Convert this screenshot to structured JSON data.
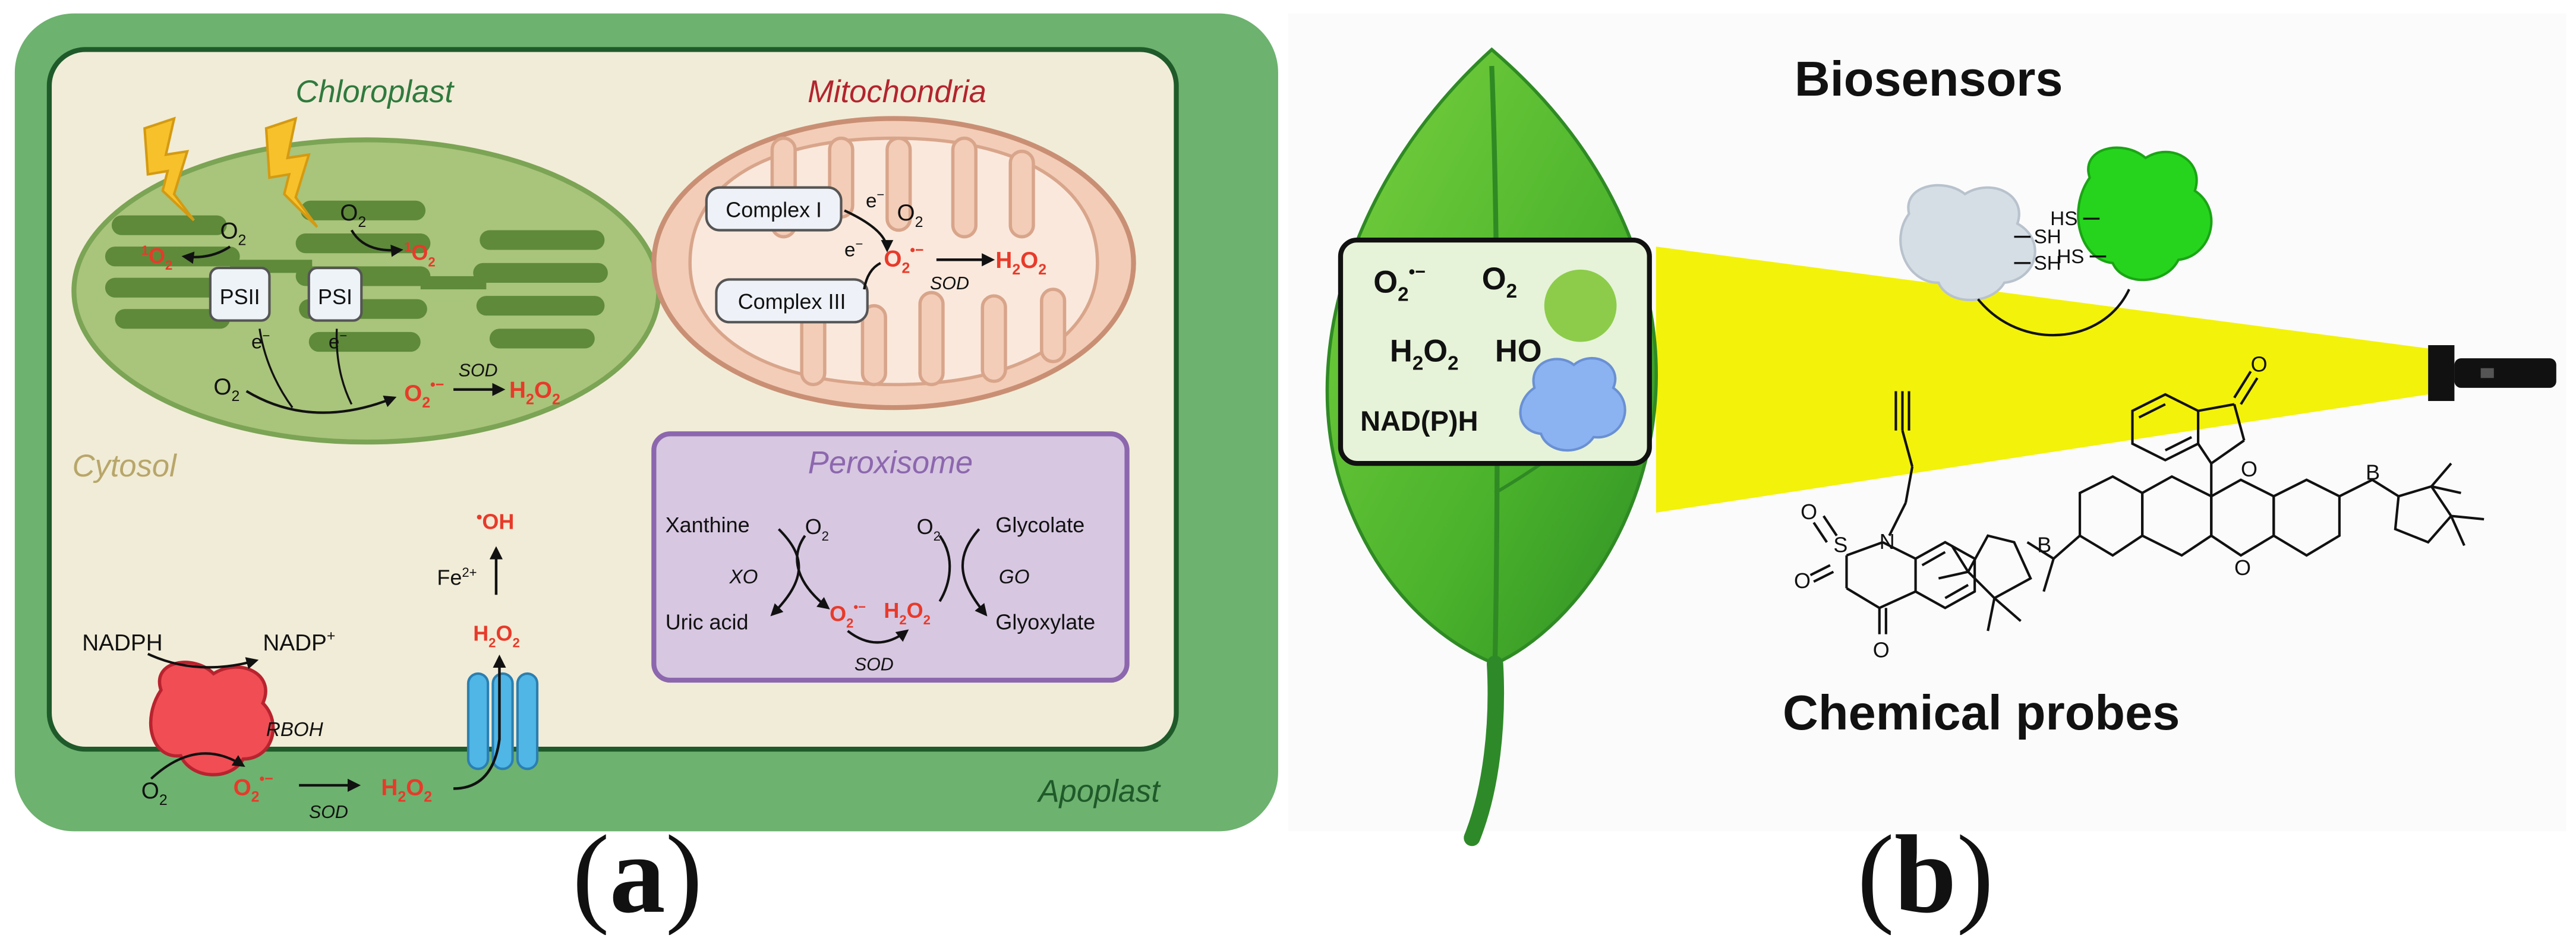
{
  "colors": {
    "outer_green": "#6db26f",
    "inner_cream": "#f1ecd7",
    "chloro_fill": "#a9c47b",
    "thylakoid": "#5e8a3a",
    "mito_fill": "#f3cdb7",
    "mito_inner": "#fae8dc",
    "perox_fill": "#d7c7e1",
    "perox_edge": "#8c67ae",
    "ros_red": "#e83a2a",
    "leaf_green": "#4bb32c",
    "beam_yellow": "#f3f20a",
    "protein_green": "#26d41e",
    "protein_blue": "#8bb3f1",
    "protein_grey": "#d5dde5"
  },
  "icons": [
    "lightning-icon",
    "flashlight-icon",
    "rboh-protein-icon",
    "aquaporin-channel-icon",
    "leaf-icon",
    "protein-blob-icon"
  ],
  "panel_a": {
    "chloroplast": "Chloroplast",
    "mitochondria": "Mitochondria",
    "cytosol": "Cytosol",
    "peroxisome": "Peroxisome",
    "apoplast": "Apoplast",
    "psii": "PSII",
    "psi": "PSI",
    "o2": "O",
    "sub2": "2",
    "singlet": "O",
    "singlet_pre": "1",
    "e_minus": "e",
    "minus": "−",
    "radical_sup": "•−",
    "h2o2_h": "H",
    "h2o2_o": "O",
    "sod": "SOD",
    "complex1": "Complex I",
    "complex3": "Complex III",
    "xanthine": "Xanthine",
    "uric_acid": "Uric acid",
    "xo": "XO",
    "glycolate": "Glycolate",
    "glyoxylate": "Glyoxylate",
    "go": "GO",
    "oh": "OH",
    "oh_dot": "•",
    "fe": "Fe",
    "fe_sup": "2+",
    "nadph": "NADPH",
    "nadp": "NADP",
    "nadp_sup": "+",
    "rboh": "RBOH"
  },
  "panel_b": {
    "biosensors": "Biosensors",
    "chemical_probes": "Chemical probes",
    "o2": "O",
    "sub2": "2",
    "radical_sup": "•−",
    "h2o2": "H",
    "ho": "HO",
    "nadph": "NAD(P)H",
    "sh": "SH",
    "hs": "HS",
    "s": "S",
    "n": "N",
    "o": "O",
    "boron": "B"
  },
  "captions": {
    "a": "(a)",
    "a_letter": "a",
    "b": "(b)",
    "b_letter": "b"
  }
}
